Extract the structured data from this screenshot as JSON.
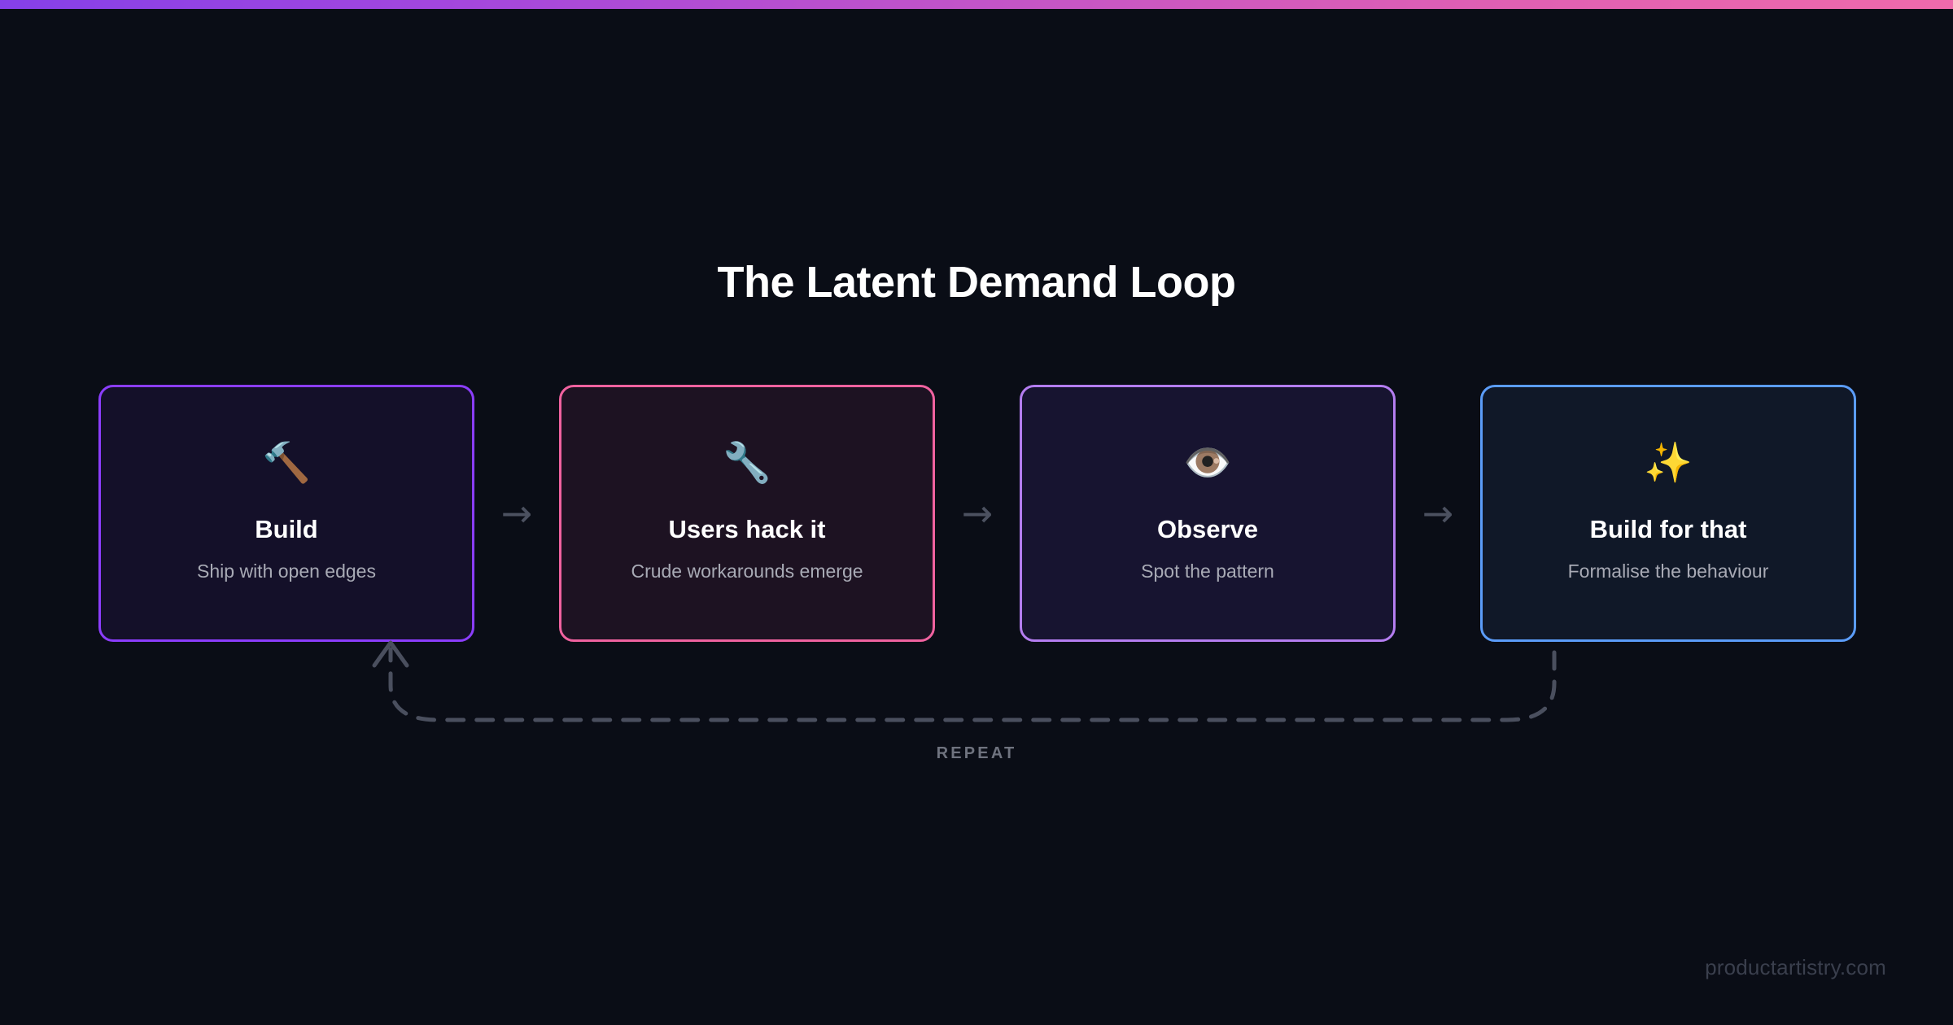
{
  "page": {
    "background": "#0a0d16",
    "top_bar_gradient_from": "#8540e8",
    "top_bar_gradient_to": "#ef6aab"
  },
  "header": {
    "title": "The Latent Demand Loop"
  },
  "flow": {
    "arrow_glyph": "→",
    "steps": [
      {
        "icon": "🔨",
        "icon_name": "hammer-emoji",
        "title": "Build",
        "subtitle": "Ship with open edges",
        "accent": "#8b3dfc"
      },
      {
        "icon": "🔧",
        "icon_name": "wrench-emoji",
        "title": "Users hack it",
        "subtitle": "Crude workarounds emerge",
        "accent": "#f0629f"
      },
      {
        "icon": "👁️",
        "icon_name": "eye-emoji",
        "title": "Observe",
        "subtitle": "Spot the pattern",
        "accent": "#b47df0"
      },
      {
        "icon": "✨",
        "icon_name": "sparkles-emoji",
        "title": "Build for that",
        "subtitle": "Formalise the behaviour",
        "accent": "#5b9cf8"
      }
    ]
  },
  "loop": {
    "label": "REPEAT",
    "stroke_color": "#4a4f5e"
  },
  "footer": {
    "watermark": "productartistry.com"
  }
}
